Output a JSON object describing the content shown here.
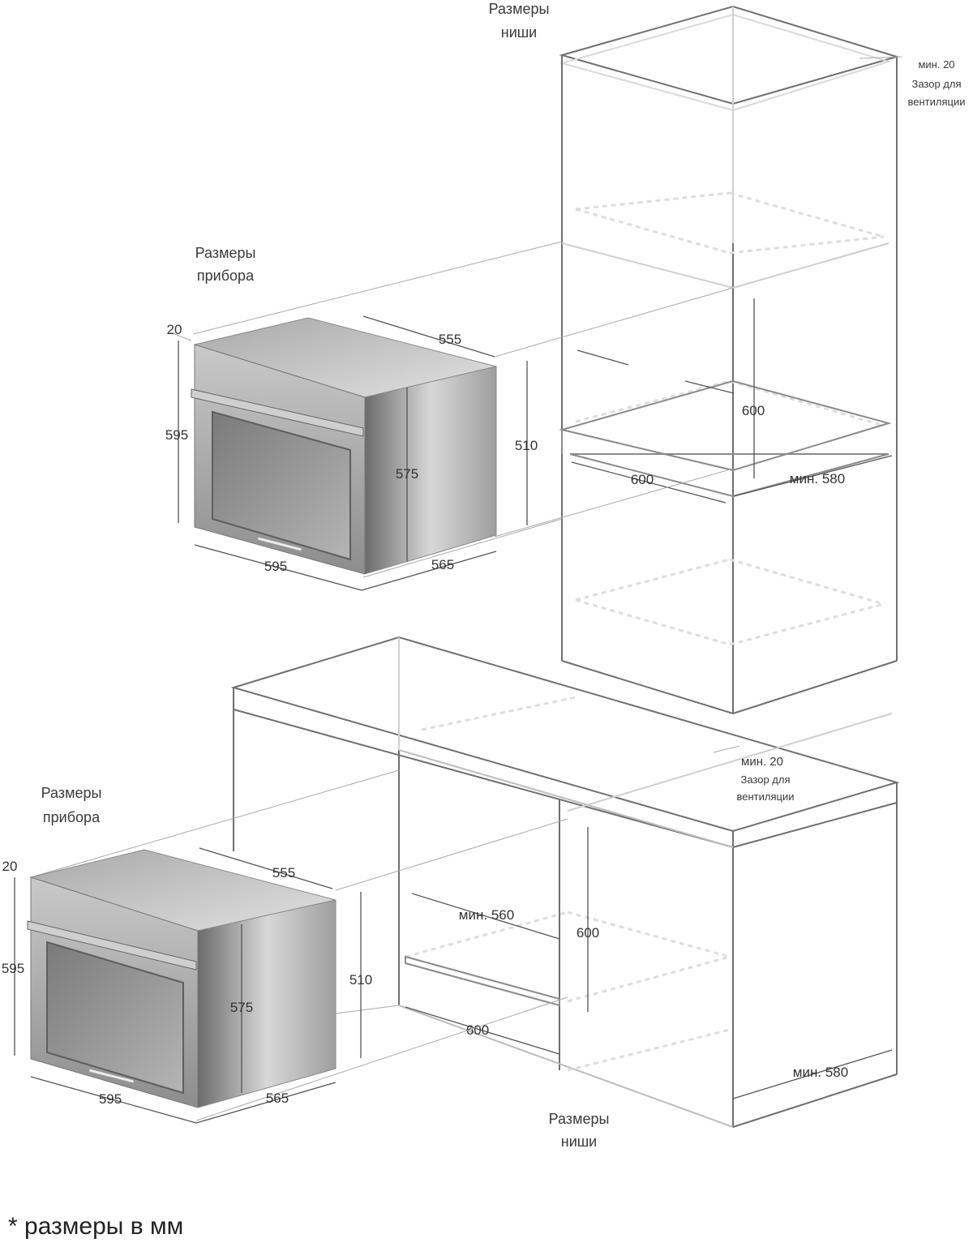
{
  "top_section": {
    "niche_title_line1": "Размеры",
    "niche_title_line2": "ниши",
    "device_title_line1": "Размеры",
    "device_title_line2": "прибора",
    "gap_line1": "мин. 20",
    "gap_line2": "Зазор для",
    "gap_line3": "вентиляции",
    "dims": {
      "d20": "20",
      "d555": "555",
      "d595_h": "595",
      "d595_w": "595",
      "d575": "575",
      "d510": "510",
      "d565": "565",
      "d600_h": "600",
      "d600_w": "600",
      "d580": "мин. 580"
    }
  },
  "bottom_section": {
    "niche_title_line1": "Размеры",
    "niche_title_line2": "ниши",
    "device_title_line1": "Размеры",
    "device_title_line2": "прибора",
    "gap_line1": "мин. 20",
    "gap_line2": "Зазор для",
    "gap_line3": "вентиляции",
    "dims": {
      "d20": "20",
      "d555": "555",
      "d595_h": "595",
      "d595_w": "595",
      "d575": "575",
      "d510": "510",
      "d565": "565",
      "d560": "мин. 560",
      "d600_h": "600",
      "d600_w": "600",
      "d580": "мин. 580"
    }
  },
  "footnote": "* размеры в мм",
  "colors": {
    "line_dark": "#6f6f6f",
    "line_light": "#cfcfcf",
    "oven_body": "#9a9a9a",
    "glass": "#8a8a8a"
  }
}
